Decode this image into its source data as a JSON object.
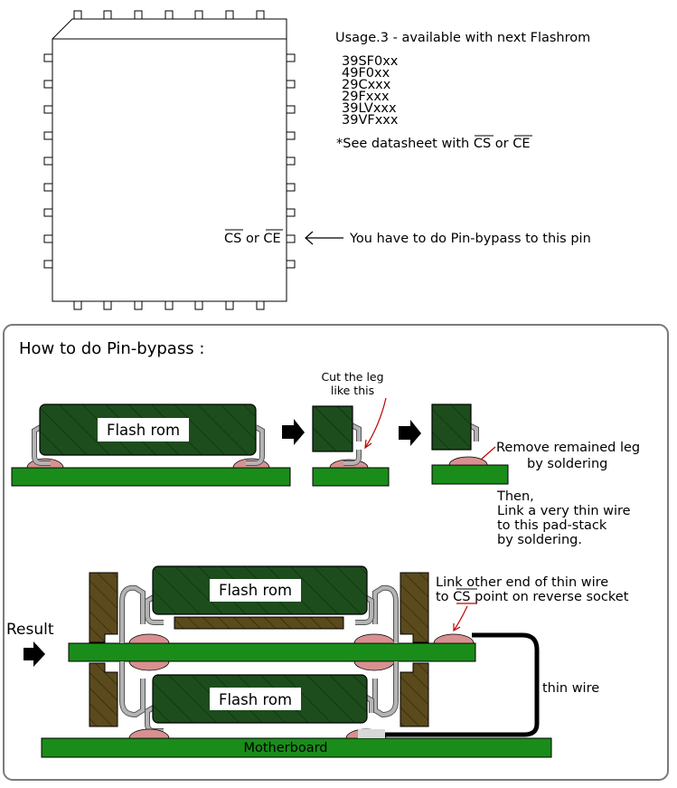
{
  "top": {
    "usage_title": "Usage.3 - available with next Flashrom",
    "chips": [
      "39SF0xx",
      "49F0xx",
      "29Cxxx",
      "29Fxxx",
      "39LVxxx",
      "39VFxxx"
    ],
    "note_prefix": "*See datasheet with ",
    "note_cs": "CS",
    "note_or": " or ",
    "note_ce": "CE",
    "pin_cs": "CS",
    "pin_or": " or ",
    "pin_ce": "CE",
    "pin_instruction": "You have to do Pin-bypass to this pin"
  },
  "panel": {
    "title": "How to do Pin-bypass :",
    "chip_label": "Flash rom",
    "cut_line1": "Cut the leg",
    "cut_line2": "like this",
    "remove_line1": "Remove remained leg",
    "remove_line2": "by soldering",
    "then_lines": [
      "Then,",
      "Link a very thin wire",
      "to this pad-stack",
      "by soldering."
    ],
    "link_line1": "Link other end of thin wire",
    "link_line2_prefix": "to ",
    "link_line2_cs": "CS",
    "link_line2_suffix": " point on reverse socket",
    "result_label": "Result",
    "thin_wire_label": "thin wire",
    "motherboard_label": "Motherboard"
  },
  "colors": {
    "chip_fill": "#1d4d1d",
    "pcb_green": "#1a8c1a",
    "solder_pink": "#d99090",
    "leg_gray": "#b4b4b4",
    "socket_brown": "#5a4a1c",
    "callout_red": "#c00000",
    "panel_border": "#7a7a7a"
  }
}
